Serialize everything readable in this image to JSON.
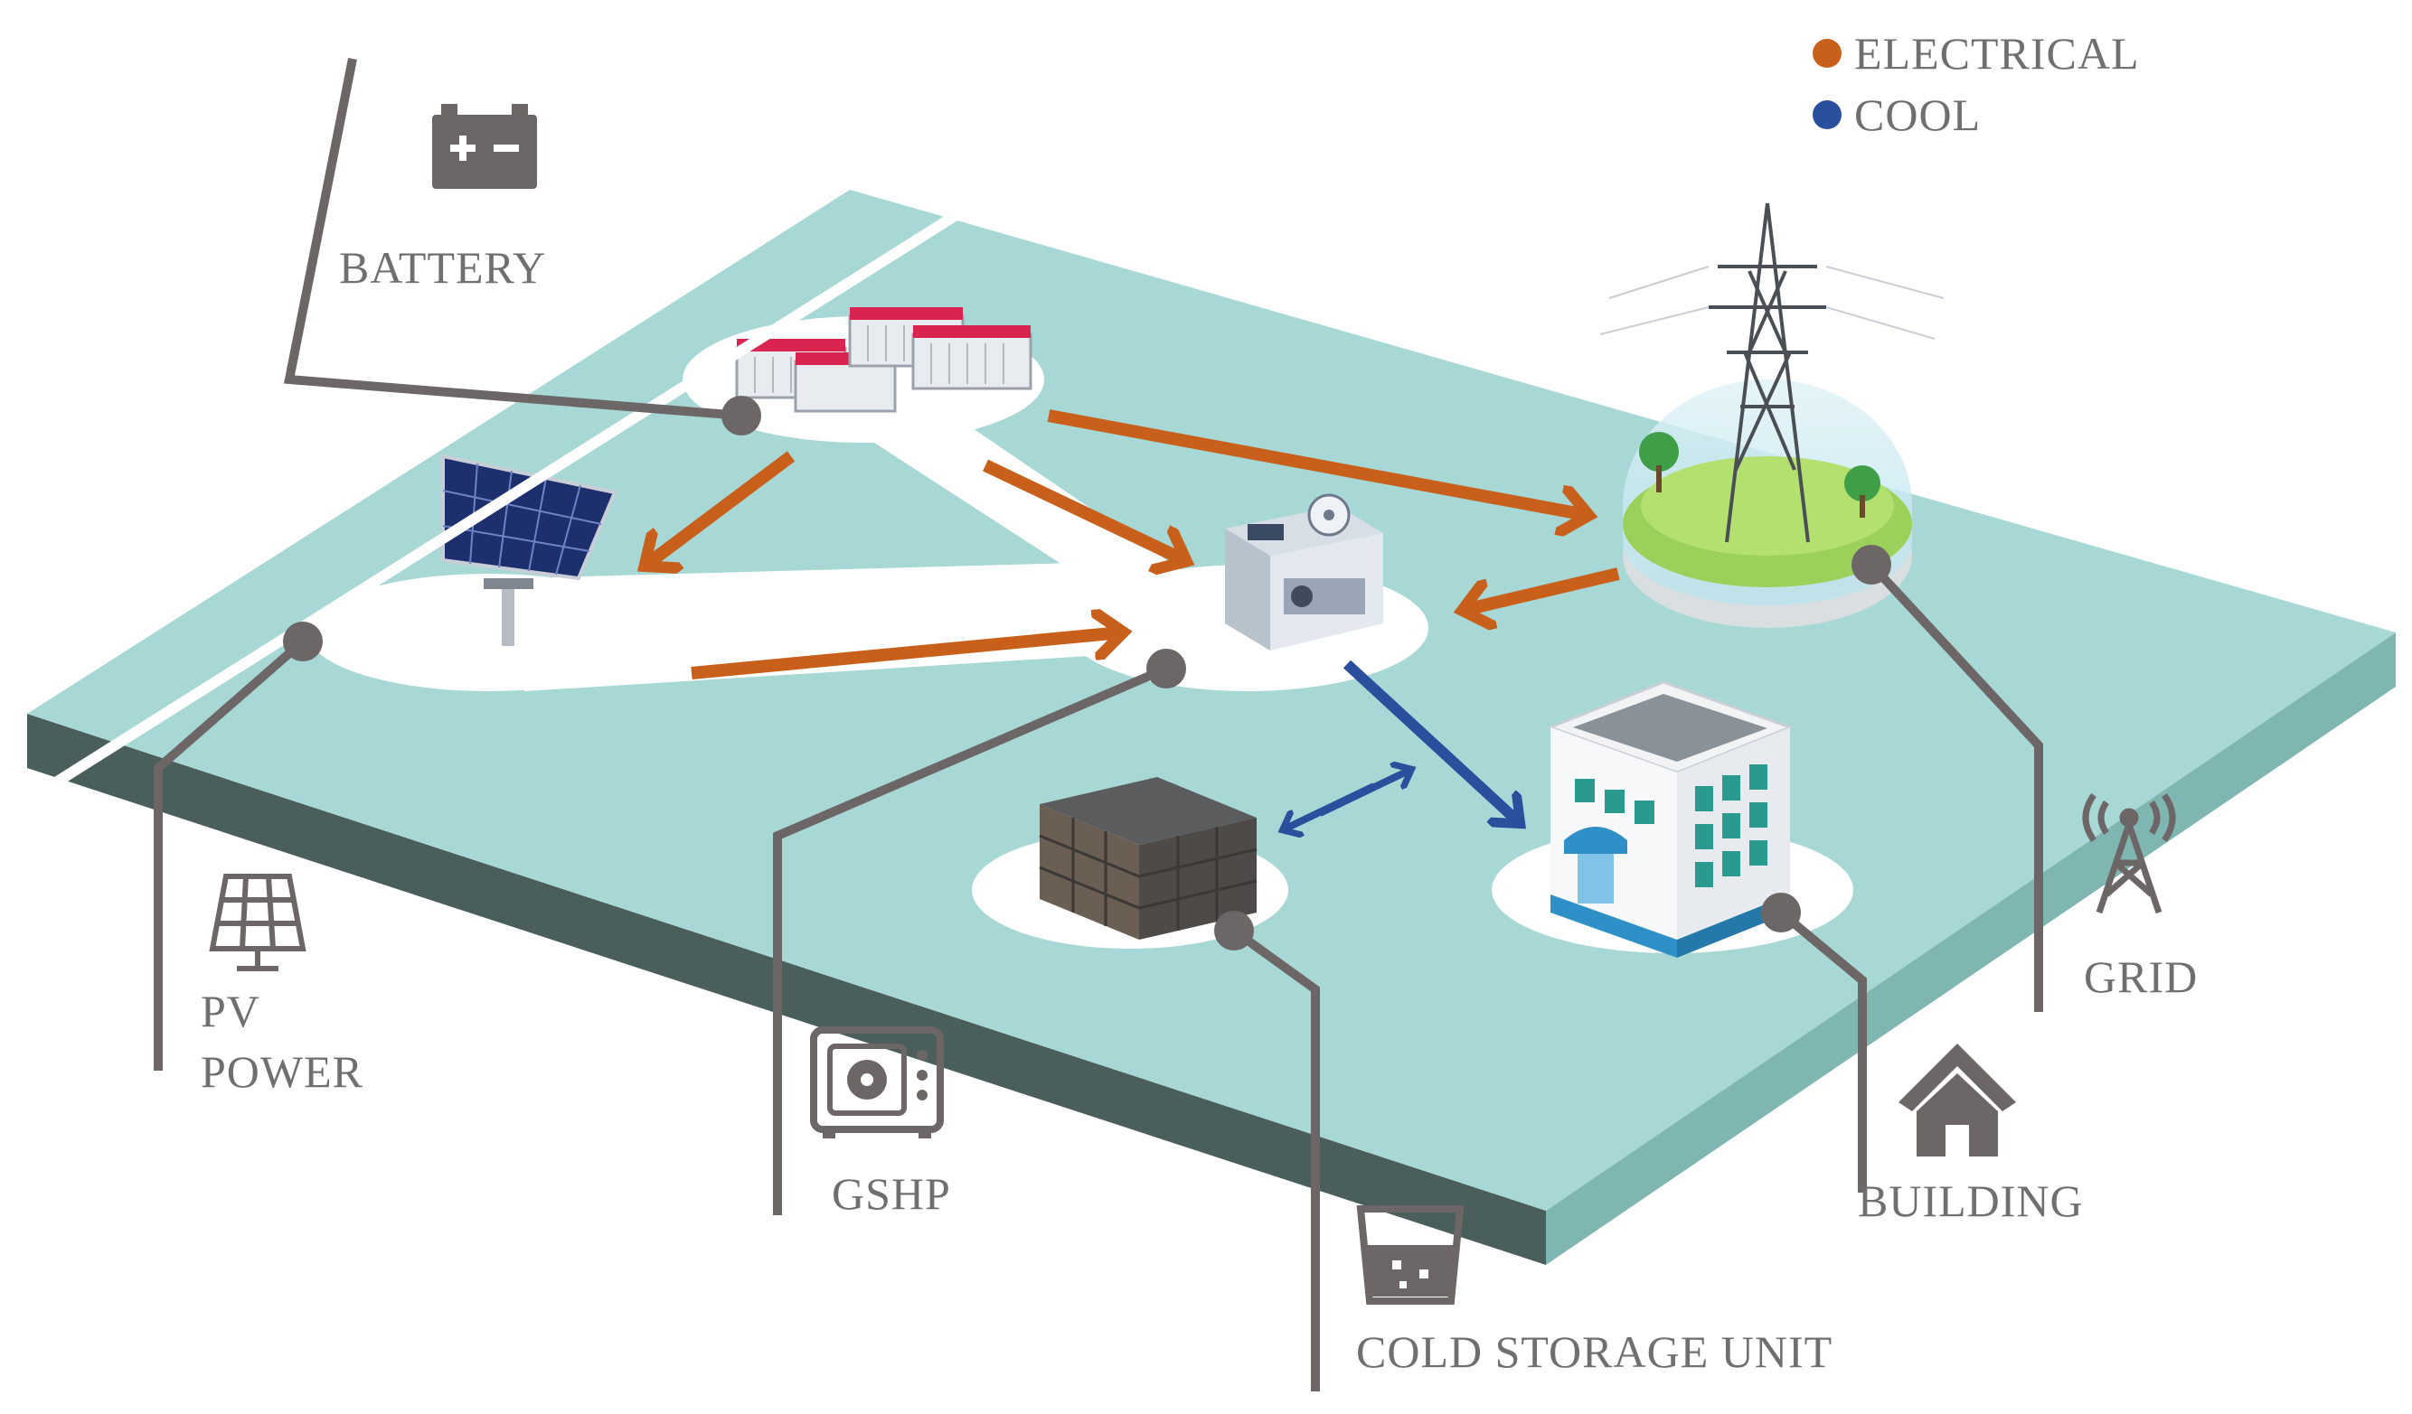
{
  "legend": {
    "electrical": {
      "label": "ELECTRICAL",
      "color": "#c8601c"
    },
    "cool": {
      "label": "COOL",
      "color": "#2a4f9c"
    }
  },
  "components": {
    "battery": {
      "label": "BATTERY",
      "icon": "battery-icon"
    },
    "pv": {
      "label_line1": "PV",
      "label_line2": "POWER",
      "icon": "solar-panel-icon"
    },
    "gshp": {
      "label": "GSHP",
      "icon": "heat-pump-icon"
    },
    "cold_storage": {
      "label": "COLD STORAGE  UNIT",
      "icon": "cold-storage-icon"
    },
    "building": {
      "label": "BUILDING",
      "icon": "house-icon"
    },
    "grid": {
      "label": "GRID",
      "icon": "transmission-tower-icon"
    }
  },
  "colors": {
    "platform_top": "#a7d8d5",
    "platform_front": "#4a5e5c",
    "platform_side": "#8ec4c0",
    "leader_line": "#6d6667",
    "island": "#ffffff"
  }
}
